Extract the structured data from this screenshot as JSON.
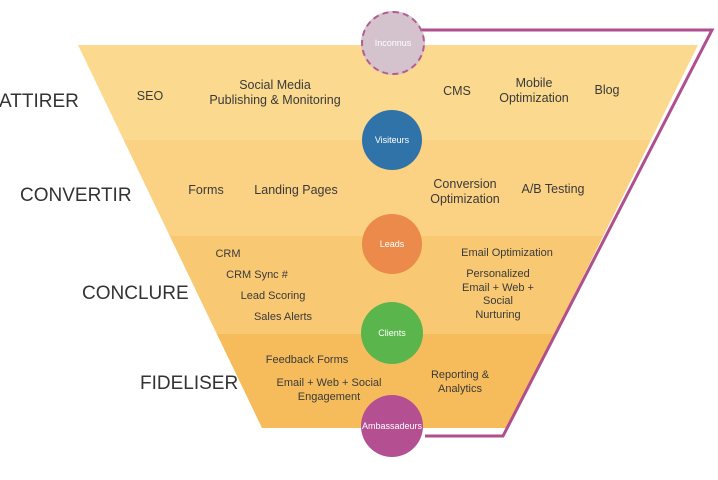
{
  "stages": {
    "attirer": "ATTIRER",
    "convertir": "CONVERTIR",
    "conclure": "CONCLURE",
    "fideliser": "FIDELISER"
  },
  "tools": {
    "attirer": {
      "seo": "SEO",
      "social": "Social Media\nPublishing & Monitoring",
      "cms": "CMS",
      "mobile": "Mobile\nOptimization",
      "blog": "Blog"
    },
    "convertir": {
      "forms": "Forms",
      "landing": "Landing Pages",
      "conversion": "Conversion\nOptimization",
      "ab": "A/B Testing"
    },
    "conclure": {
      "crm": "CRM",
      "crm_sync": "CRM Sync #",
      "lead_scoring": "Lead Scoring",
      "sales_alerts": "Sales Alerts",
      "email_opt": "Email Optimization",
      "personalized": "Personalized\nEmail + Web +\nSocial\nNurturing"
    },
    "fideliser": {
      "feedback": "Feedback Forms",
      "engagement": "Email + Web + Social\nEngagement",
      "reporting": "Reporting &\nAnalytics"
    }
  },
  "personas": {
    "inconnus": "Inconnus",
    "visiteurs": "Visiteurs",
    "leads": "Leads",
    "clients": "Clients",
    "ambassadeurs": "Ambassadeurs"
  },
  "colors": {
    "band1": "#fbd98e",
    "band2": "#fbd184",
    "band3": "#f9c873",
    "band4": "#f6bc5c",
    "loop": "#b04f8e",
    "inconnus_fill": "#d4c2cc",
    "inconnus_stroke": "#b75c8f",
    "visiteurs": "#2f73a9",
    "leads": "#ec8a4b",
    "clients": "#5ab54c",
    "ambassadeurs": "#b44f92"
  }
}
